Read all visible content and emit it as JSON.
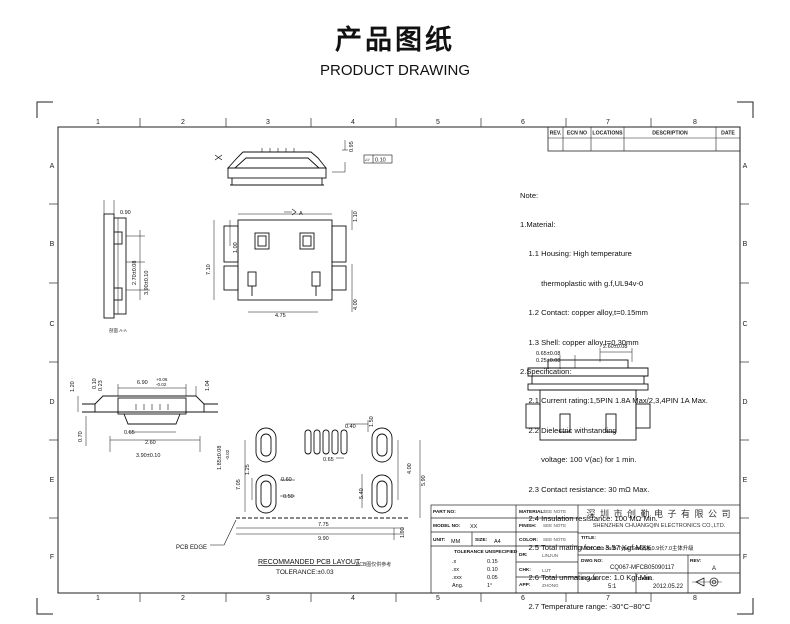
{
  "header": {
    "title_cn": "产品图纸",
    "title_en": "PRODUCT DRAWING"
  },
  "frame": {
    "columns": [
      "1",
      "2",
      "3",
      "4",
      "5",
      "6",
      "7",
      "8"
    ],
    "rows": [
      "A",
      "B",
      "C",
      "D",
      "E",
      "F"
    ]
  },
  "revision_table": {
    "headers": [
      "REV.",
      "ECN NO",
      "LOCATIONS",
      "DESCRIPTION",
      "DATE"
    ]
  },
  "notes": {
    "lines": [
      "Note:",
      "1.Material:",
      "    1.1 Housing: High temperature",
      "          thermoplastic with g.f,UL94v-0",
      "    1.2 Contact: copper alloy,t=0.15mm",
      "    1.3 Shell: copper alloy,t=0.30mm",
      "2.Specification:",
      "    2.1 Current rating:1,5PIN 1.8A Max/2,3,4PIN 1A Max.",
      "    2.2 Dielectric withstanding",
      "          voltage: 100 V(ac) for 1 min.",
      "    2.3 Contact resistance: 30 mΩ Max.",
      "    2.4 Insulation resistance: 100 MΩ Min.",
      "    2.5 Total mating force: 3.57 Kgf Max.",
      "    2.6 Total unmating force: 1.0 Kgf Min.",
      "    2.7 Temperature range: -30°C~80°C"
    ]
  },
  "dimensions": {
    "flatness_symbol": "▱",
    "flatness": "0.10",
    "top_095": "0.95",
    "side_090": "0.90",
    "side_270": "2.70±0.08",
    "side_390": "3.90±0.10",
    "front_710": "7.10",
    "front_110": "1.10",
    "front_100": "1.00",
    "front_400": "4.00",
    "front_475": "4.75",
    "section_label": "剖面 A-A",
    "section_mark": "A",
    "rv_260": "2.60±0.08",
    "rv_065": "0.65±0.08",
    "rv_025": "0.25±0.08",
    "bv_010": "0.10",
    "bv_023": "0.23",
    "bv_120": "1.20",
    "bv_690": "6.90",
    "bv_690_tol_plus": "+0.06",
    "bv_690_tol_minus": "-0.02",
    "bv_104": "1.04",
    "bv_070": "0.70",
    "bv_065": "0.65",
    "bv_260": "2.60",
    "bv_390": "3.90±0.10",
    "pcb_040": "0.40",
    "pcb_150": "1.50",
    "pcb_065": "0.65",
    "pcb_185": "1.85±0.08",
    "pcb_185_tol": "-0.02",
    "pcb_705": "7.05",
    "pcb_125": "1.25",
    "pcb_060": "0.60",
    "pcb_050": "0.50",
    "pcb_400": "4.00",
    "pcb_540": "5.40",
    "pcb_590": "5.90",
    "pcb_775": "7.75",
    "pcb_990": "9.90",
    "pcb_190": "1.90",
    "pcb_edge": "PCB EDGE",
    "pcb_layout": "RECOMMANDED PCB LAYOUT",
    "pcb_tol": "TOLERANCE:±0.03",
    "pcb_note": "PCB图仅供参考"
  },
  "title_block": {
    "part_no_label": "PART NO:",
    "model_no_label": "MODEL NO:",
    "model_no_value": "XX",
    "unit_label": "UNIT:",
    "unit_value": "MM",
    "size_label": "SIZE:",
    "size_value": "A4",
    "tol_header": "TOLERANCE UNSPECIFIED",
    "tol_rows": [
      {
        "k": ".x",
        "v": "0.15"
      },
      {
        "k": ".xx",
        "v": "0.10"
      },
      {
        "k": ".xxx",
        "v": "0.05"
      },
      {
        "k": "Ang.",
        "v": "1°"
      }
    ],
    "material_label": "MATERIAL:",
    "material_value": "SEE NOTE",
    "finish_label": "FINISH:",
    "finish_value": "SEE NOTE",
    "color_label": "COLOR:",
    "color_value": "SEE NOTE",
    "dr_label": "DR:",
    "dr_value": "LINJUN",
    "chk_label": "CHK:",
    "chk_value": "LIJT",
    "app_label": "APP:",
    "app_value": "ZHONG",
    "company_cn": "深 圳 市 创 勤 电 子 有 限 公 司",
    "company_en": "SHENZHEN CHUANGQIN ELECTRONICS CO.,LTD.",
    "title_label": "TITLE:",
    "title_value": "Micro usb 5s B Type Smt沉板0.9长7.0主体升级",
    "dwg_label": "DWG NO:",
    "dwg_value": "CQ067-MFCB05090117",
    "rev_label": "REV:",
    "rev_value": "A",
    "scale_label": "SCALE:",
    "scale_value": "5:1",
    "date_label": "DATE:",
    "date_value": "2012.05.22"
  }
}
